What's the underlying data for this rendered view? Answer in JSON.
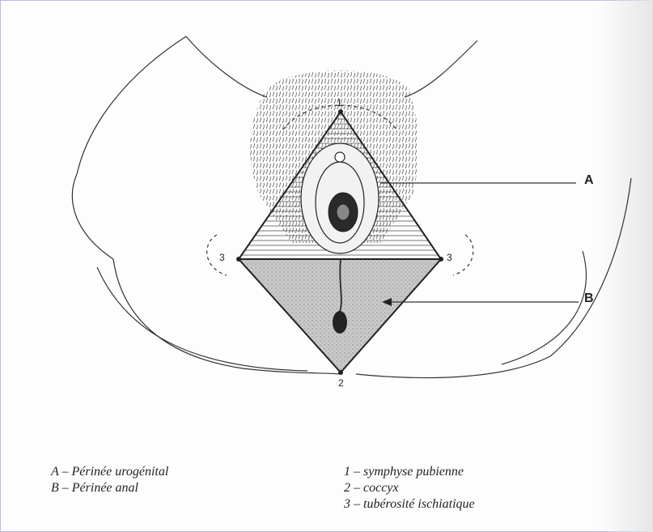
{
  "diagram": {
    "callouts": {
      "a": "A",
      "b": "B"
    },
    "points": {
      "p1": "1",
      "p2": "2",
      "p3_left": "3",
      "p3_right": "3"
    }
  },
  "legend": {
    "left": [
      "A – Périnée urogénital",
      "B – Périnée anal"
    ],
    "right": [
      "1 – symphyse pubienne",
      "2 – coccyx",
      "3 – tubérosité ischiatique"
    ]
  }
}
